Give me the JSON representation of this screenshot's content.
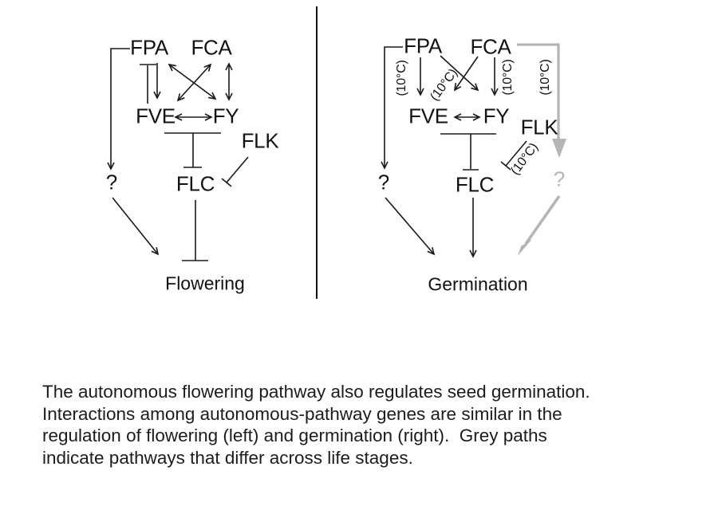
{
  "figure": {
    "left": {
      "fpa": "FPA",
      "fca": "FCA",
      "fve": "FVE",
      "fy": "FY",
      "flk": "FLK",
      "flc": "FLC",
      "question": "?",
      "outcome": "Flowering"
    },
    "right": {
      "fpa": "FPA",
      "fca": "FCA",
      "fve": "FVE",
      "fy": "FY",
      "flk": "FLK",
      "flc": "FLC",
      "question": "?",
      "grey_question": "?",
      "outcome": "Germination",
      "temp": "(10°C)"
    }
  },
  "caption": {
    "lines": [
      "The autonomous flowering pathway also regulates seed germination.",
      "Interactions among autonomous-pathway genes are similar in the",
      "regulation of flowering (left) and germination (right).  Grey paths",
      "indicate pathways that differ across life stages."
    ]
  },
  "colors": {
    "ink": "#1a1a1a",
    "grey": "#b5b5b5"
  }
}
